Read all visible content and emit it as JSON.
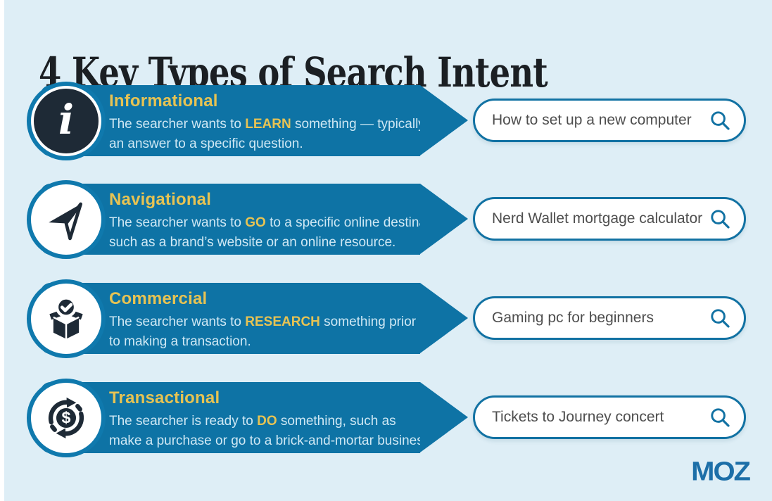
{
  "title": "4 Key Types of Search Intent",
  "brand": "MOZ",
  "colors": {
    "background": "#deeef6",
    "banner_blue": "#0e73a5",
    "ring_blue": "#0f79ad",
    "navy": "#1e2a36",
    "accent_yellow": "#e7c353",
    "body_text": "#cfe8f4",
    "pill_border": "#1272a3",
    "query_text": "#4e4e4e",
    "moz_blue": "#1d6fa8"
  },
  "info_icon_glyph": "i",
  "rows": [
    {
      "icon": "info-icon",
      "heading": "Informational",
      "desc_prefix": "The searcher wants to ",
      "keyword": "LEARN",
      "desc_suffix": " something — typically\nan answer to a specific question.",
      "query": "How to set up a new computer"
    },
    {
      "icon": "navigation-arrow-icon",
      "heading": "Navigational",
      "desc_prefix": "The searcher wants to ",
      "keyword": "GO",
      "desc_suffix": " to a specific online destination,\nsuch as a brand’s website or an online resource.",
      "query": "Nerd Wallet mortgage calculator"
    },
    {
      "icon": "box-check-icon",
      "heading": "Commercial",
      "desc_prefix": "The searcher wants to ",
      "keyword": "RESEARCH",
      "desc_suffix": " something prior\nto making a transaction.",
      "query": "Gaming pc for beginners"
    },
    {
      "icon": "dollar-cycle-icon",
      "heading": "Transactional",
      "desc_prefix": "The searcher is ready to ",
      "keyword": "DO",
      "desc_suffix": " something, such as\nmake a purchase or go to a brick-and-mortar business.",
      "query": "Tickets to Journey concert"
    }
  ]
}
